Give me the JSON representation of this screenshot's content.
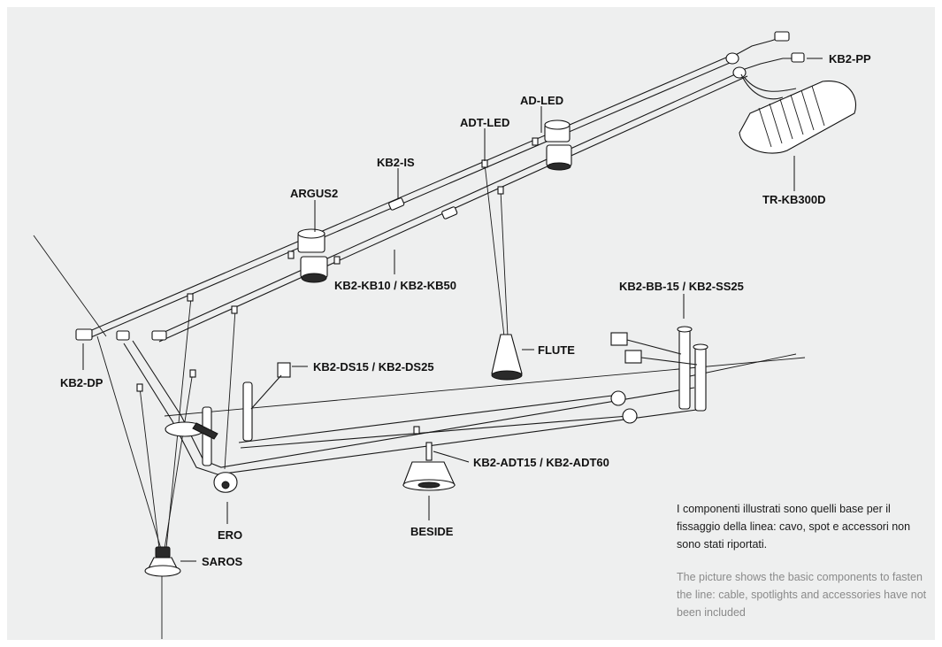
{
  "labels": {
    "kb2_pp": "KB2-PP",
    "ad_led": "AD-LED",
    "adt_led": "ADT-LED",
    "kb2_is": "KB2-IS",
    "argus2": "ARGUS2",
    "tr_kb300d": "TR-KB300D",
    "kb2_kb10_kb50": "KB2-KB10 / KB2-KB50",
    "kb2_bb15_ss25": "KB2-BB-15 / KB2-SS25",
    "flute": "FLUTE",
    "kb2_dp": "KB2-DP",
    "kb2_ds15_ds25": "KB2-DS15 / KB2-DS25",
    "kb2_adt15_adt60": "KB2-ADT15 / KB2-ADT60",
    "ero": "ERO",
    "beside": "BESIDE",
    "saros": "SAROS"
  },
  "notes": {
    "italian": "I componenti illustrati sono quelli base per il fissaggio della linea: cavo, spot e accessori non sono stati riportati.",
    "english": "The picture shows the basic components to fasten the line: cable, spotlights and accessories have not been included"
  }
}
